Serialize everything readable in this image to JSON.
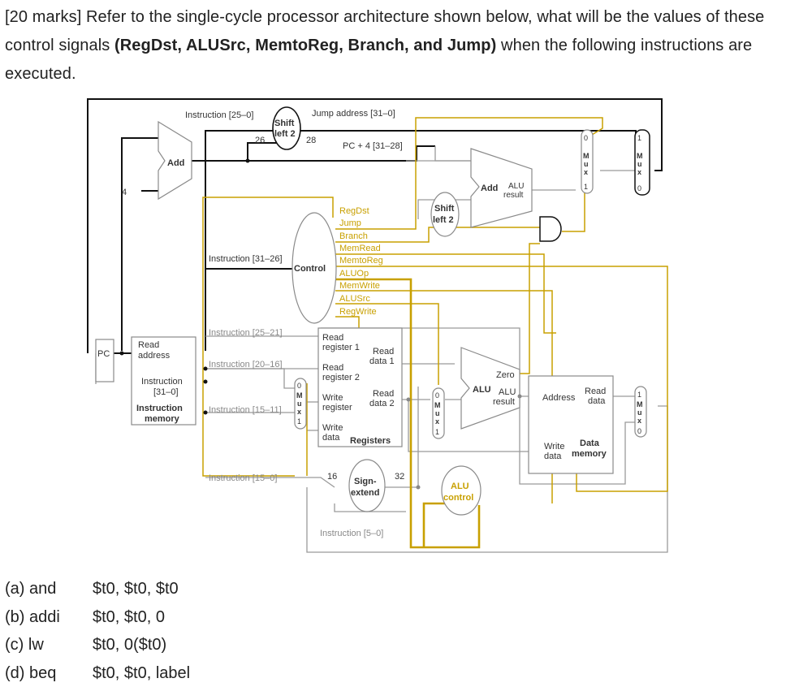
{
  "question": {
    "marks": "[20 marks]",
    "text_before": " Refer to the single-cycle processor architecture shown below, what will be the values of these control signals ",
    "signals_bold": "(RegDst, ALUSrc, MemtoReg, Branch, and Jump)",
    "text_after": " when the following instructions are executed."
  },
  "diagram": {
    "pc": "PC",
    "four": "4",
    "add_top": "Add",
    "instruction_memory": {
      "read_address_1": "Read",
      "read_address_2": "address",
      "instruction_1": "Instruction",
      "instruction_2": "[31–0]",
      "name_1": "Instruction",
      "name_2": "memory"
    },
    "instr_25_0": "Instruction [25–0]",
    "shift_left_1": "Shift",
    "shift_left_2": "left 2",
    "w26": "26",
    "w28": "28",
    "jump_address": "Jump address [31–0]",
    "pc4": "PC + 4 [31–28]",
    "instr_31_26": "Instruction [31–26]",
    "control": "Control",
    "control_signals": [
      "RegDst",
      "Jump",
      "Branch",
      "MemRead",
      "MemtoReg",
      "ALUOp",
      "MemWrite",
      "ALUSrc",
      "RegWrite"
    ],
    "instr_25_21": "Instruction [25–21]",
    "instr_20_16": "Instruction [20–16]",
    "instr_15_11": "Instruction [15–11]",
    "instr_15_0": "Instruction [15–0]",
    "instr_5_0": "Instruction [5–0]",
    "registers": {
      "read_reg1_a": "Read",
      "read_reg1_b": "register 1",
      "read_data1_a": "Read",
      "read_data1_b": "data 1",
      "read_reg2_a": "Read",
      "read_reg2_b": "register 2",
      "write_reg_a": "Write",
      "write_reg_b": "register",
      "read_data2_a": "Read",
      "read_data2_b": "data 2",
      "write_data_a": "Write",
      "write_data_b": "data",
      "name": "Registers"
    },
    "w16": "16",
    "w32": "32",
    "sign_extend_1": "Sign-",
    "sign_extend_2": "extend",
    "shift2_1": "Shift",
    "shift2_2": "left 2",
    "add_alu": "Add",
    "alu_result_1": "ALU",
    "alu_result_2": "result",
    "alu": "ALU",
    "zero": "Zero",
    "alu_res_1": "ALU",
    "alu_res_2": "result",
    "alu_control_1": "ALU",
    "alu_control_2": "control",
    "data_memory": {
      "address": "Address",
      "read_data_1": "Read",
      "read_data_2": "data",
      "write_data_1": "Write",
      "write_data_2": "data",
      "name_1": "Data",
      "name_2": "memory"
    },
    "mux_letters": [
      "M",
      "u",
      "x"
    ],
    "zero_digit": "0",
    "one_digit": "1"
  },
  "instructions": [
    {
      "label": "(a) and",
      "operands": "$t0, $t0, $t0"
    },
    {
      "label": "(b) addi",
      "operands": "$t0, $t0, 0"
    },
    {
      "label": "(c) lw",
      "operands": "$t0, 0($t0)"
    },
    {
      "label": "(d) beq",
      "operands": "$t0, $t0, label"
    }
  ]
}
